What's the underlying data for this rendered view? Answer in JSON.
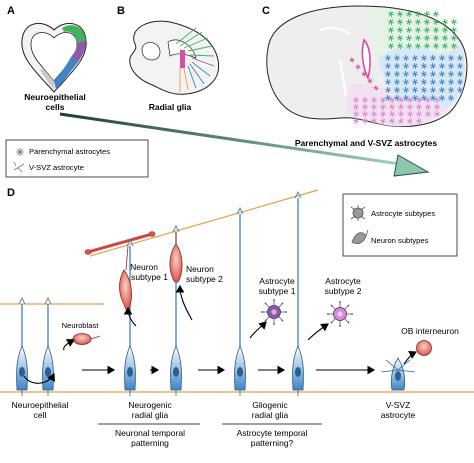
{
  "panels": {
    "A": {
      "letter": "A",
      "caption_line1": "Neuroepithelial",
      "caption_line2": "cells"
    },
    "B": {
      "letter": "B",
      "caption": "Radial glia"
    },
    "C": {
      "letter": "C",
      "caption": "Parenchymal and V-SVZ astrocytes"
    },
    "D": {
      "letter": "D"
    }
  },
  "legend_top": {
    "item1": "Parenchymal astrocytes",
    "item2": "V-SVZ astrocyte"
  },
  "legend_d": {
    "item1": "Astrocyte subtypes",
    "item2": "Neuron subtypes"
  },
  "labels": {
    "neuroblast": "Neuroblast",
    "neuron_subtype_1": [
      "Neuron",
      "subtype 1"
    ],
    "neuron_subtype_2": [
      "Neuron",
      "subtype 2"
    ],
    "astrocyte_subtype_1": [
      "Astrocyte",
      "subtype 1"
    ],
    "astrocyte_subtype_2": [
      "Astrocyte",
      "subtype 2"
    ],
    "ob_interneuron": "OB interneuron",
    "neuroepithelial_cell": [
      "Neuroepithelial",
      "cell"
    ],
    "neurogenic_radial_glia": [
      "Neurogenic",
      "radial glia"
    ],
    "gliogenic_radial_glia": [
      "Gliogenic",
      "radial glia"
    ],
    "vsvz_astrocyte": [
      "V-SVZ",
      "astrocyte"
    ],
    "neuronal_temporal_patterning": [
      "Neuronal temporal",
      "patterning"
    ],
    "astrocyte_temporal_patterning": [
      "Astrocyte temporal",
      "patterning?"
    ]
  },
  "colors": {
    "orange_line": "#e8a04a",
    "radial_glia_blue": "#3f84c5",
    "radial_glia_light": "#cfe3f3",
    "neuron_red": "#d9534f",
    "astrocyte_purple": "#8e5aa8",
    "astrocyte_pink": "#d98ad2",
    "green_astro": "#3fb25a",
    "arrow_dark": "#2b4f4f",
    "arrow_green": "#8cc8a8"
  }
}
